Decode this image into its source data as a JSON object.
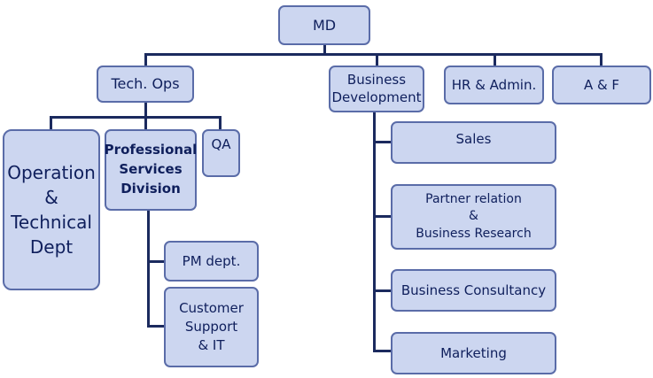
{
  "org_chart": {
    "md": "MD",
    "level1": {
      "tech_ops": "Tech. Ops",
      "business_development": "Business\nDevelopment",
      "hr_admin": "HR & Admin.",
      "a_f": "A & F"
    },
    "tech_ops_children": {
      "operation": "Operation\n&\nTechnical\nDept",
      "professional_services": "Professional\nServices\nDivision",
      "qa": "QA"
    },
    "professional_services_children": {
      "pm_dept": "PM dept.",
      "customer_support": "Customer\nSupport\n& IT"
    },
    "business_development_children": {
      "sales": "Sales",
      "partner_relation": "Partner relation\n&\nBusiness Research",
      "business_consultancy": "Business Consultancy",
      "marketing": "Marketing"
    }
  },
  "colors": {
    "node_fill": "#ccd6f0",
    "node_border": "#5a6ca8",
    "connector": "#1b2a5e",
    "text": "#0f1f5c"
  }
}
